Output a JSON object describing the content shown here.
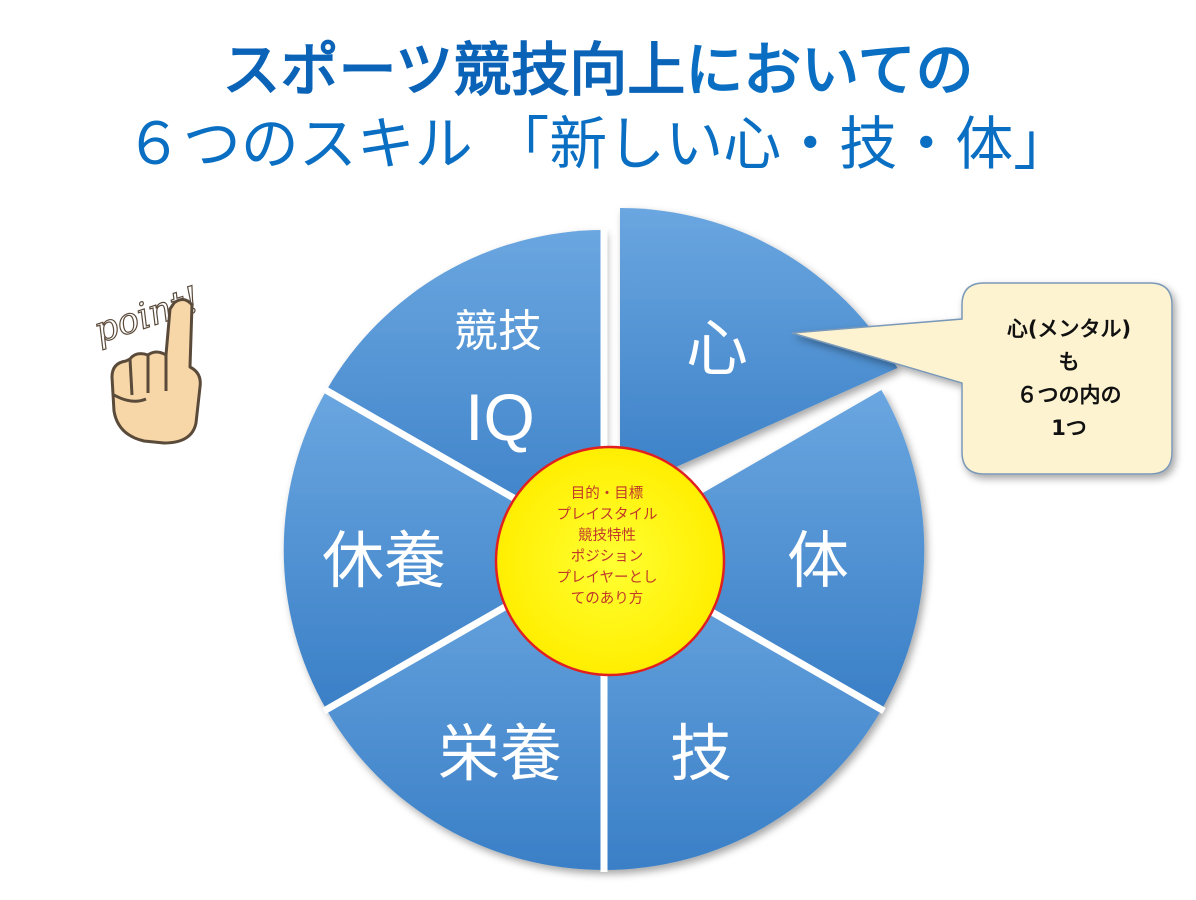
{
  "title": {
    "line1_bold": "スポーツ競技向上",
    "line1_rest": "においての",
    "line2": "６つのスキル 「新しい心・技・体」"
  },
  "segments": [
    {
      "id": "mind",
      "label": "心"
    },
    {
      "id": "body",
      "label": "体"
    },
    {
      "id": "technique",
      "label": "技"
    },
    {
      "id": "nutrition",
      "label": "栄養"
    },
    {
      "id": "rest",
      "label": "休養"
    },
    {
      "id": "iq",
      "label_line1": "競技",
      "label_line2": "IQ"
    }
  ],
  "center": {
    "lines": [
      "目的・目標",
      "プレイスタイル",
      "競技特性",
      "ポジション",
      "プレイヤーとし",
      "てのあり方"
    ]
  },
  "callout": {
    "lines": [
      "心(メンタル)",
      "も",
      "６つの内の",
      "1つ"
    ]
  },
  "badge": {
    "text": "point!"
  },
  "colors": {
    "title": "#0a6fc2",
    "segment": "#3f88cf",
    "center_fill": "#ffff00",
    "center_border": "#e02020",
    "center_text": "#c0392b",
    "callout_fill": "#fdf3d0",
    "callout_border": "#7a98b8"
  }
}
